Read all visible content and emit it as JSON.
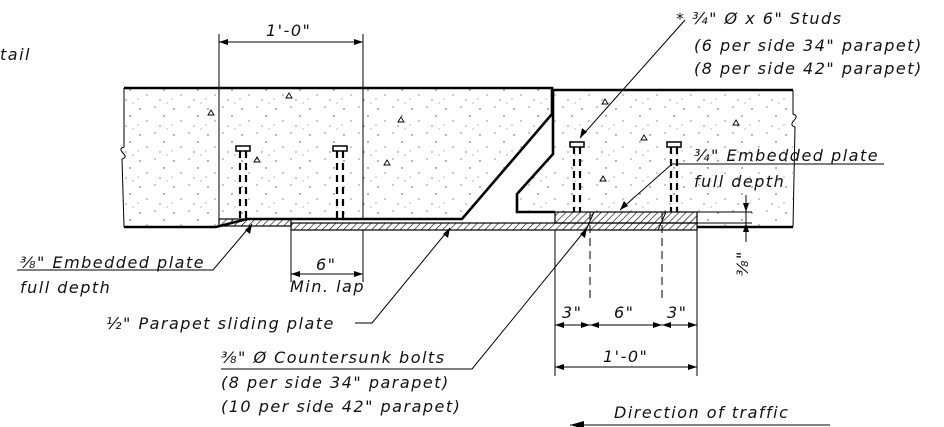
{
  "labels": {
    "detail_fragment": "tail",
    "dim_top_left": "1'-0\"",
    "studs_line1": "* ¾\" Ø x 6\" Studs",
    "studs_line2": "(6 per side 34\" parapet)",
    "studs_line3": "(8 per side 42\" parapet)",
    "embedded_34_line1": "¾\" Embedded plate",
    "embedded_34_line2": "full depth",
    "embedded_38_line1": "⅜\" Embedded plate",
    "embedded_38_line2": "full depth",
    "min_lap_value": "6\"",
    "min_lap_text": "Min. lap",
    "sliding_plate": "½\" Parapet sliding plate",
    "bolts_line1": "⅜\" Ø Countersunk bolts",
    "bolts_line2": "(8 per side 34\" parapet)",
    "bolts_line3": "(10 per side 42\" parapet)",
    "dim_3a": "3\"",
    "dim_6": "6\"",
    "dim_3b": "3\"",
    "dim_bottom_right": "1'-0\"",
    "dim_vertical": "⅜\"",
    "direction": "Direction of traffic"
  }
}
